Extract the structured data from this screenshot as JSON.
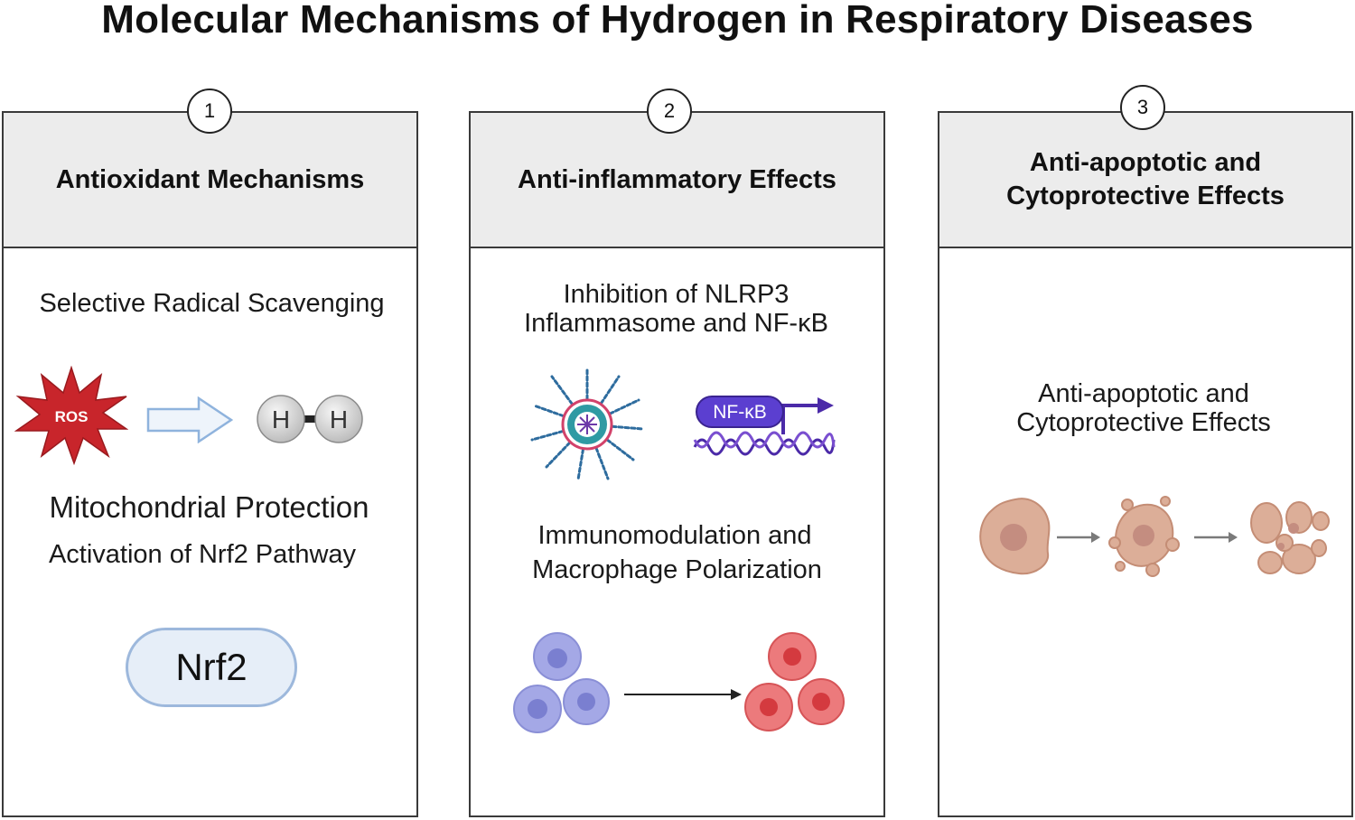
{
  "title": "Molecular Mechanisms of Hydrogen in Respiratory Diseases",
  "panels": [
    {
      "number": "1",
      "heading": "Antioxidant Mechanisms",
      "items": {
        "scavenging": "Selective Radical Scavenging",
        "ros": "ROS",
        "h_left": "H",
        "h_right": "H",
        "mito": "Mitochondrial Protection",
        "nrf2_pathway": "Activation of Nrf2 Pathway",
        "nrf2": "Nrf2"
      }
    },
    {
      "number": "2",
      "heading": "Anti-inflammatory Effects",
      "items": {
        "nlrp3_line1": "Inhibition of NLRP3",
        "nlrp3_line2": "Inflammasome and NF-κB",
        "nfkb": "NF-κB",
        "immuno_line1": "Immunomodulation and",
        "immuno_line2": "Macrophage Polarization"
      }
    },
    {
      "number": "3",
      "heading_line1": "Anti-apoptotic and",
      "heading_line2": "Cytoprotective Effects",
      "items": {
        "line1": "Anti-apoptotic and",
        "line2": "Cytoprotective Effects"
      }
    }
  ],
  "colors": {
    "ros_red": "#c8252b",
    "arrow_blue": "#8fb3dd",
    "h_sphere": "#d4d4d4",
    "nrf2_fill": "#e6eef8",
    "nrf2_border": "#9db8dc",
    "nfkb_purple": "#4b2aa8",
    "m1_blue": "#9b9fe0",
    "m2_red": "#e05a5e",
    "cell_tan": "#d8a48c"
  },
  "icons": [
    "ros-burst-icon",
    "block-arrow-icon",
    "hydrogen-molecule-icon",
    "inflammasome-icon",
    "nfkb-dna-icon",
    "macrophage-cells-icon",
    "apoptosis-cells-icon"
  ]
}
